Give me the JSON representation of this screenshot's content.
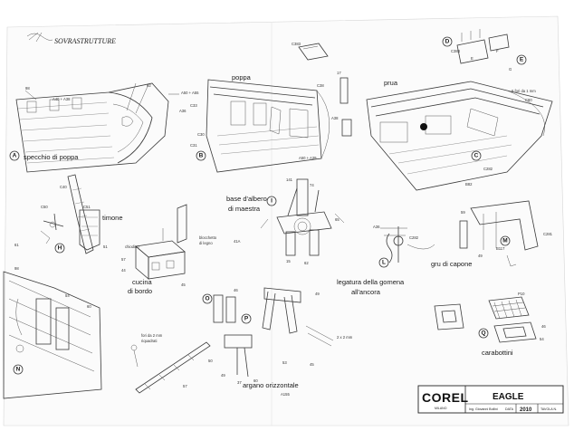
{
  "sheet_title": "SOVRASTRUTTURE",
  "captions": {
    "specchio": "specchio di poppa",
    "timone": "timone",
    "poppa": "poppa",
    "prua": "prua",
    "base_albero_1": "base d'albero",
    "base_albero_2": "di maestra",
    "cucina_1": "cucina",
    "cucina_2": "di bordo",
    "legatura_1": "legatura della gomena",
    "legatura_2": "all'ancora",
    "gru": "gru di capone",
    "carabottini": "carabottini",
    "argano": "argano orizzontale",
    "fori_1": "fori da 2 mm",
    "fori_2": "riquadrati",
    "chiodino": "chiodino",
    "blocchetto_1": "blocchetto",
    "blocchetto_2": "di legno",
    "fori_prua": "6 fori da 1 mm",
    "dim_2x2": "2 x 2 mm"
  },
  "view_letters": [
    "A",
    "B",
    "C",
    "D",
    "E",
    "H",
    "I",
    "L",
    "M",
    "N",
    "O",
    "P",
    "Q"
  ],
  "part_numbers": {
    "n_98": "98",
    "n_a40": "A40 + A38",
    "n_92": "92",
    "n_a55": "A50 + A55",
    "n_a36": "A36",
    "n_c40": "C40",
    "n_c50": "C50",
    "n_c51": "C51",
    "n_c38": "C38",
    "n_c33": "C33",
    "n_c30": "C30",
    "n_c31": "C31",
    "n_a38": "A38",
    "n_a50": "A50 + A39",
    "n_141": "141",
    "n_74": "74",
    "n_65": "65",
    "n_41a": "41A",
    "n_15": "15",
    "n_62": "62",
    "n_c80": "C80",
    "n_c282": "C282",
    "n_b82": "B82",
    "n_59": "59",
    "n_49": "49",
    "n_b117": "B117",
    "n_c281": "C281",
    "n_54": "54",
    "n_p10": "P10",
    "n_46": "46",
    "n_61": "61",
    "n_51": "51",
    "n_44": "44",
    "n_35": "35",
    "n_50": "50",
    "n_55": "55",
    "n_57": "57",
    "n_53": "53",
    "n_60": "60",
    "n_37": "37",
    "n_a155": "A155",
    "n_45": "45",
    "n_17": "17",
    "n_c383": "C383",
    "n_e": "E",
    "n_f": "F",
    "n_g": "G",
    "n_c384": "C384"
  },
  "title_block": {
    "brand": "COREL",
    "brand_sub": "MILANO",
    "model": "EAGLE",
    "designer": "Ing. Giovanni Bollini",
    "date_label": "DATA",
    "year": "2010",
    "table_label": "TAVOLA N."
  }
}
